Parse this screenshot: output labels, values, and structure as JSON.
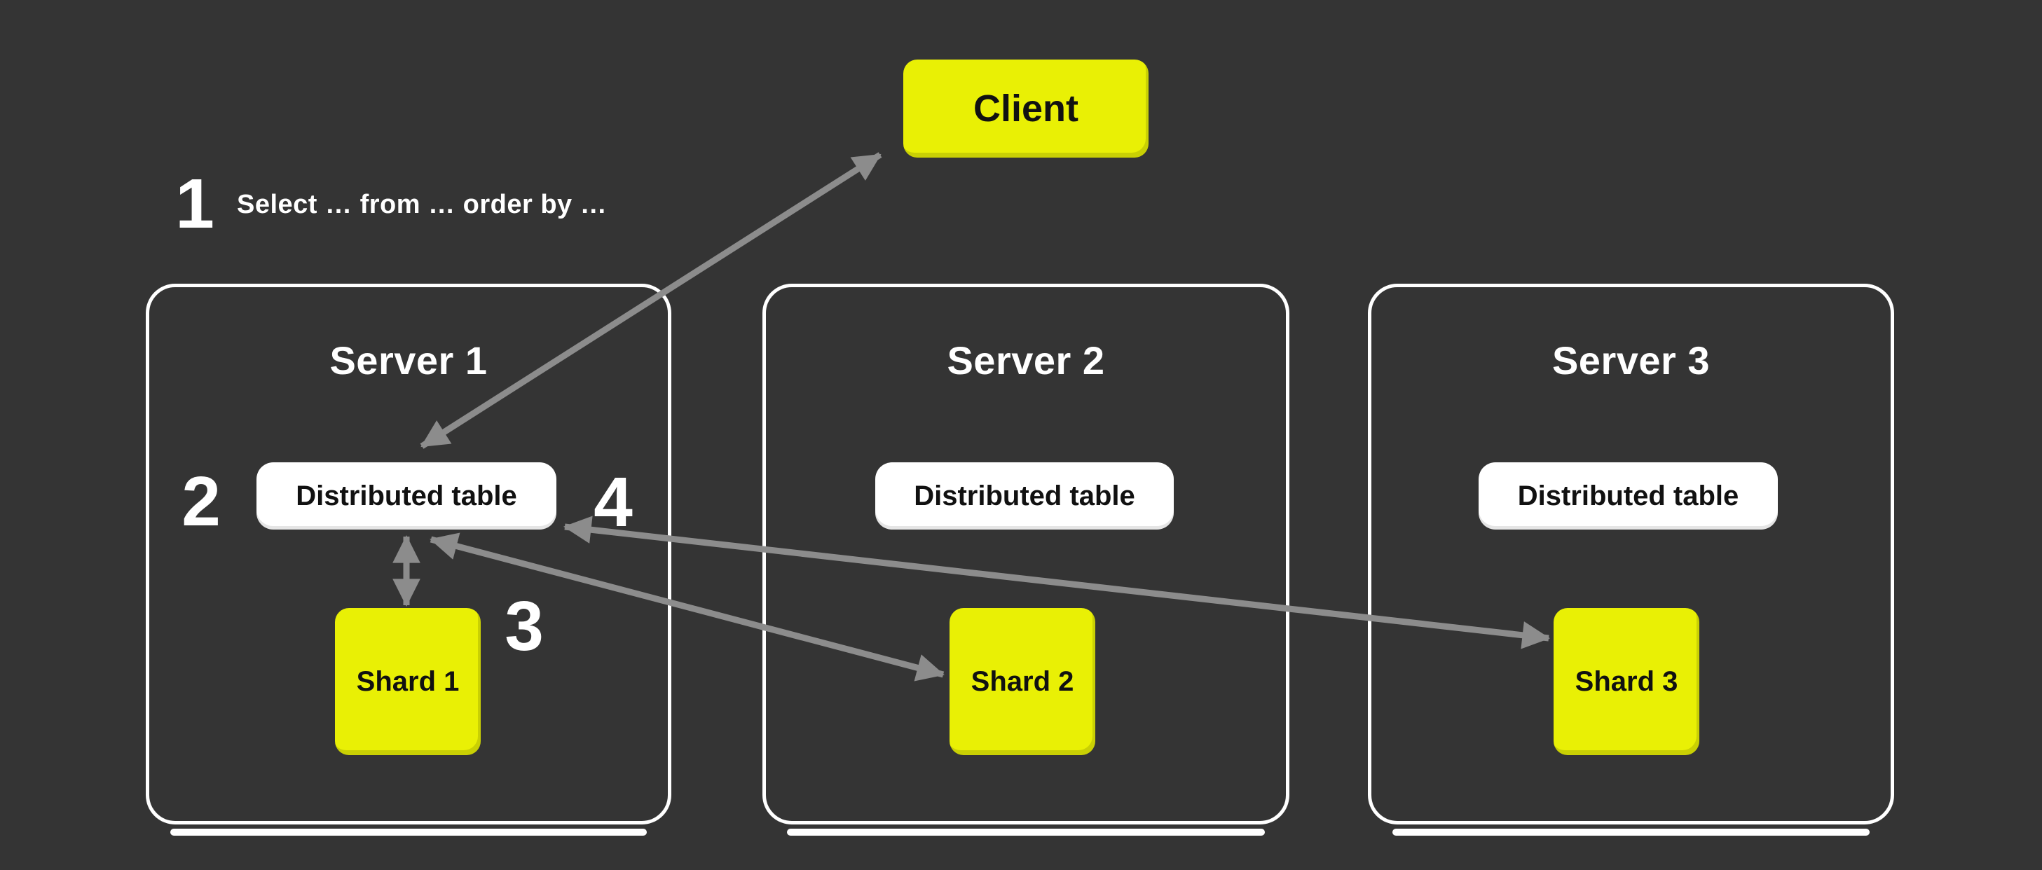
{
  "client": {
    "label": "Client"
  },
  "steps": [
    {
      "number": "1",
      "text": "Select … from … order by …"
    },
    {
      "number": "2"
    },
    {
      "number": "3"
    },
    {
      "number": "4"
    }
  ],
  "servers": [
    {
      "title": "Server 1",
      "distributed_table_label": "Distributed table",
      "shard_label": "Shard 1"
    },
    {
      "title": "Server 2",
      "distributed_table_label": "Distributed table",
      "shard_label": "Shard 2"
    },
    {
      "title": "Server 3",
      "distributed_table_label": "Distributed table",
      "shard_label": "Shard 3"
    }
  ],
  "connections": [
    {
      "from": "client",
      "to": "server-1-distributed-table",
      "bidirectional": true
    },
    {
      "from": "server-1-distributed-table",
      "to": "shard-1",
      "bidirectional": true
    },
    {
      "from": "server-1-distributed-table",
      "to": "shard-2",
      "bidirectional": true
    },
    {
      "from": "server-1-distributed-table",
      "to": "shard-3",
      "bidirectional": true
    }
  ],
  "colors": {
    "background": "#343434",
    "accent_yellow": "#E9F005",
    "box_white": "#FFFFFF",
    "server_border": "#FFFFFF",
    "arrow_gray": "#8C8C8C",
    "text_white": "#FFFFFF",
    "text_black": "#111111"
  }
}
